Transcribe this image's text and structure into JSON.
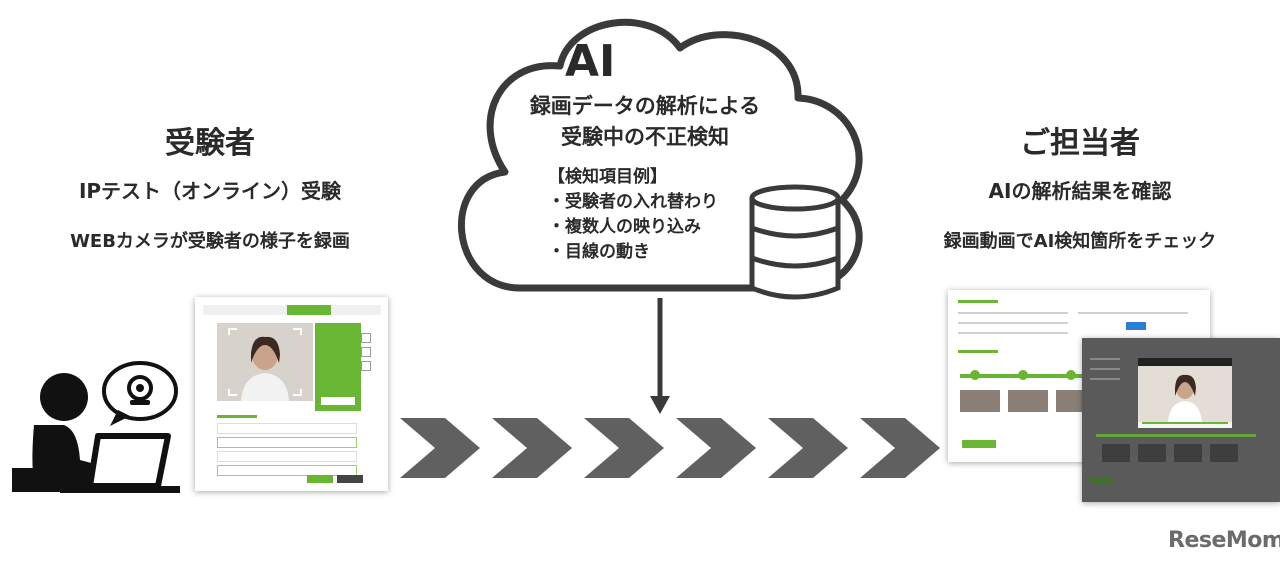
{
  "left": {
    "title": "受験者",
    "subtitle": "IPテスト（オンライン）受験",
    "description": "WEBカメラが受験者の様子を録画"
  },
  "cloud": {
    "ai_label": "AI",
    "heading_line1": "録画データの解析による",
    "heading_line2": "受験中の不正検知",
    "examples_title": "【検知項目例】",
    "examples": [
      "・受験者の入れ替わり",
      "・複数人の映り込み",
      "・目線の動き"
    ]
  },
  "right": {
    "title": "ご担当者",
    "subtitle": "AIの解析結果を確認",
    "description": "録画動画でAI検知箇所をチェック"
  },
  "logo": {
    "text": "ReseMom"
  },
  "colors": {
    "text": "#2a2a2a",
    "arrow": "#606060",
    "cloud_stroke": "#3a3a3a",
    "accent_green": "#69b534",
    "dark_screen": "#5a5a5a"
  },
  "icons": [
    "person-at-laptop-icon",
    "webcam-icon",
    "database-icon",
    "cloud-icon",
    "down-arrow-icon",
    "chevron-arrow-icon"
  ]
}
